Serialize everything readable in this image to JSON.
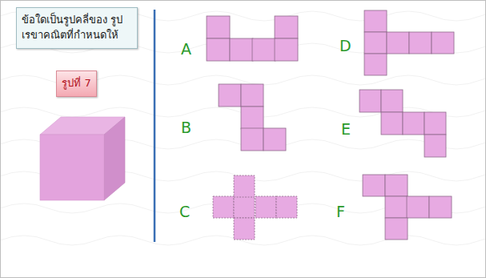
{
  "diagram": {
    "nodes": [
      {
        "text": [
          "ข้อใดเป็นรูปคลี่ของ รูปเรขาคณิตที่กำหนดให้"
        ]
      },
      {
        "text": [
          "รูปที่ 7"
        ]
      }
    ],
    "labels": [
      "A",
      "B",
      "C",
      "D",
      "E",
      "F"
    ]
  }
}
